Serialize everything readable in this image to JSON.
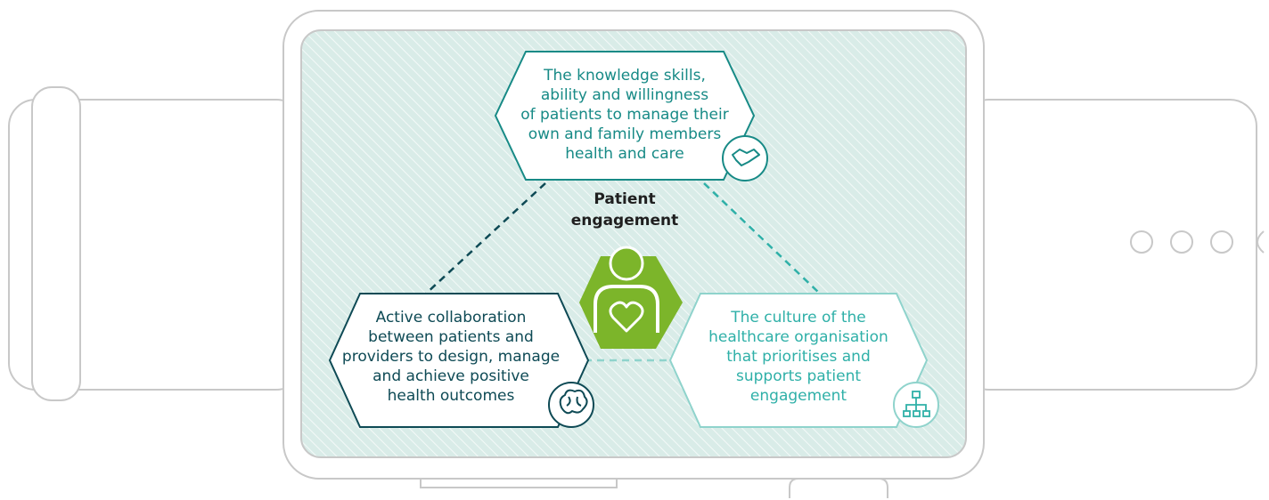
{
  "diagram": {
    "center_title": "Patient engagement",
    "nodes": [
      {
        "id": "knowledge",
        "text": [
          "The knowledge skills,",
          "ability and willingness",
          "of patients to manage their",
          "own and family members",
          "health and care"
        ],
        "icon": "handshake-icon",
        "color": "#178a86"
      },
      {
        "id": "collaboration",
        "text": [
          "Active collaboration",
          "between patients and",
          "providers to design, manage",
          "and achieve positive",
          "health outcomes"
        ],
        "icon": "brain-icon",
        "color": "#0e4a55"
      },
      {
        "id": "culture",
        "text": [
          "The culture of the",
          "healthcare organisation",
          "that prioritises and",
          "supports patient",
          "engagement"
        ],
        "icon": "org-chart-icon",
        "color": "#2fb0a8"
      }
    ],
    "center_icon": "patient-heart-icon"
  },
  "colors": {
    "frame": "#c8c8c8",
    "panel_fill": "#d9ece8",
    "hatch": "#ffffff",
    "accent_green": "#7cb52a",
    "dark_teal": "#0e4a55",
    "teal": "#178a86",
    "light_teal": "#2fb0a8",
    "culture_line": "#8fd3cc"
  }
}
